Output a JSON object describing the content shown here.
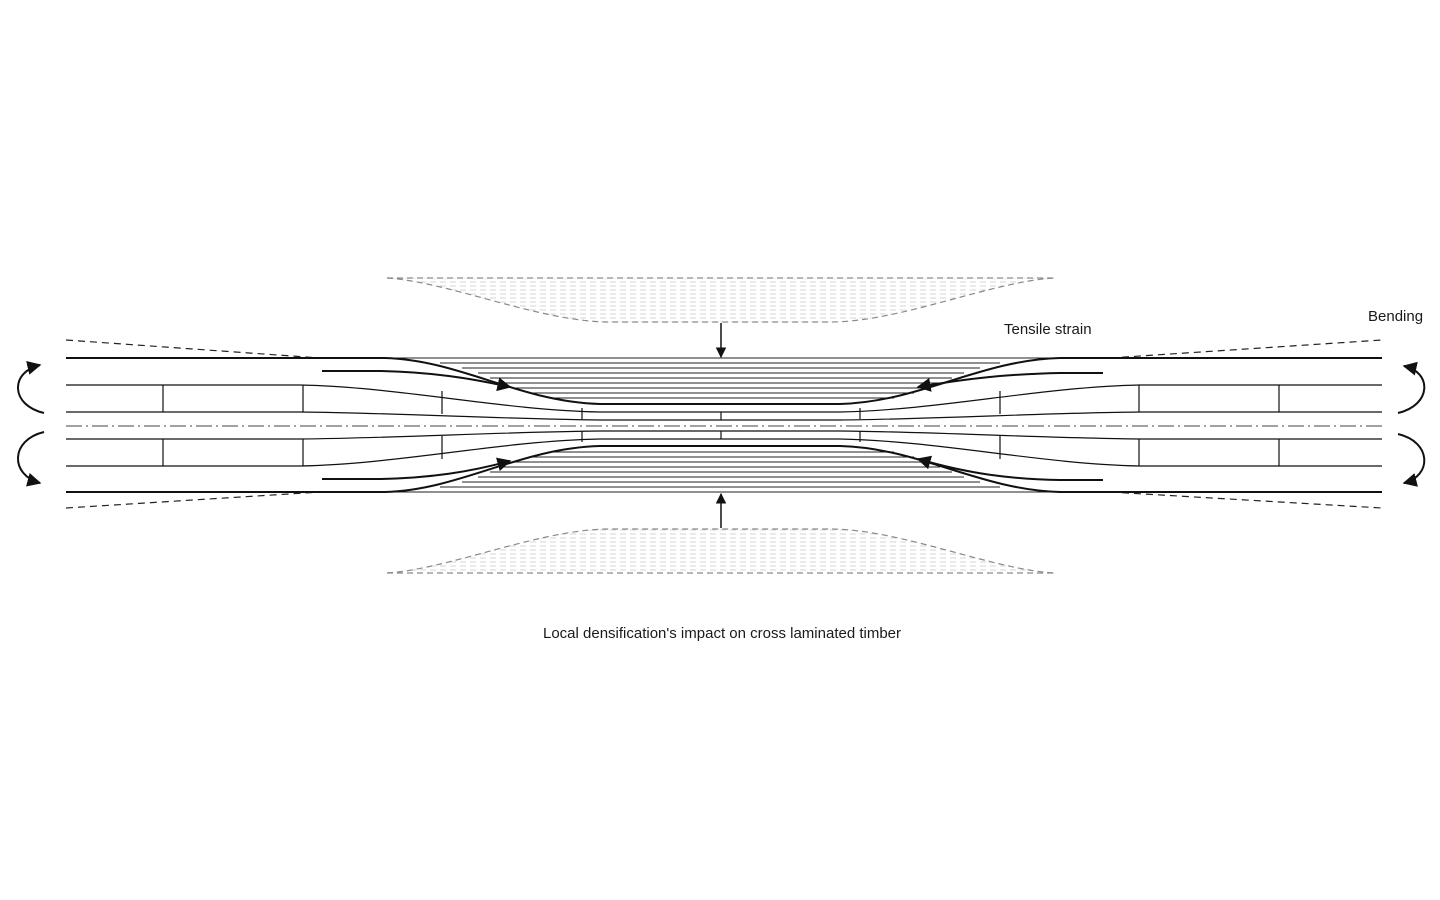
{
  "diagram": {
    "title": "Local densification's impact on cross laminated timber",
    "labels": {
      "tensile_strain": "Tensile strain",
      "bending": "Bending"
    },
    "components": [
      "compression-pressure-profile-top",
      "compression-pressure-profile-bottom",
      "densified-lamellae-zone",
      "clt-panel-layers",
      "neutral-axis",
      "bending-moment-arrows",
      "tensile-strain-flow-arrows",
      "bending-deflection-lines"
    ],
    "colors": {
      "line": "#111111",
      "dashed_profile": "#8a8a8a",
      "hatch": "#d8d8d8",
      "background": "#ffffff"
    }
  }
}
